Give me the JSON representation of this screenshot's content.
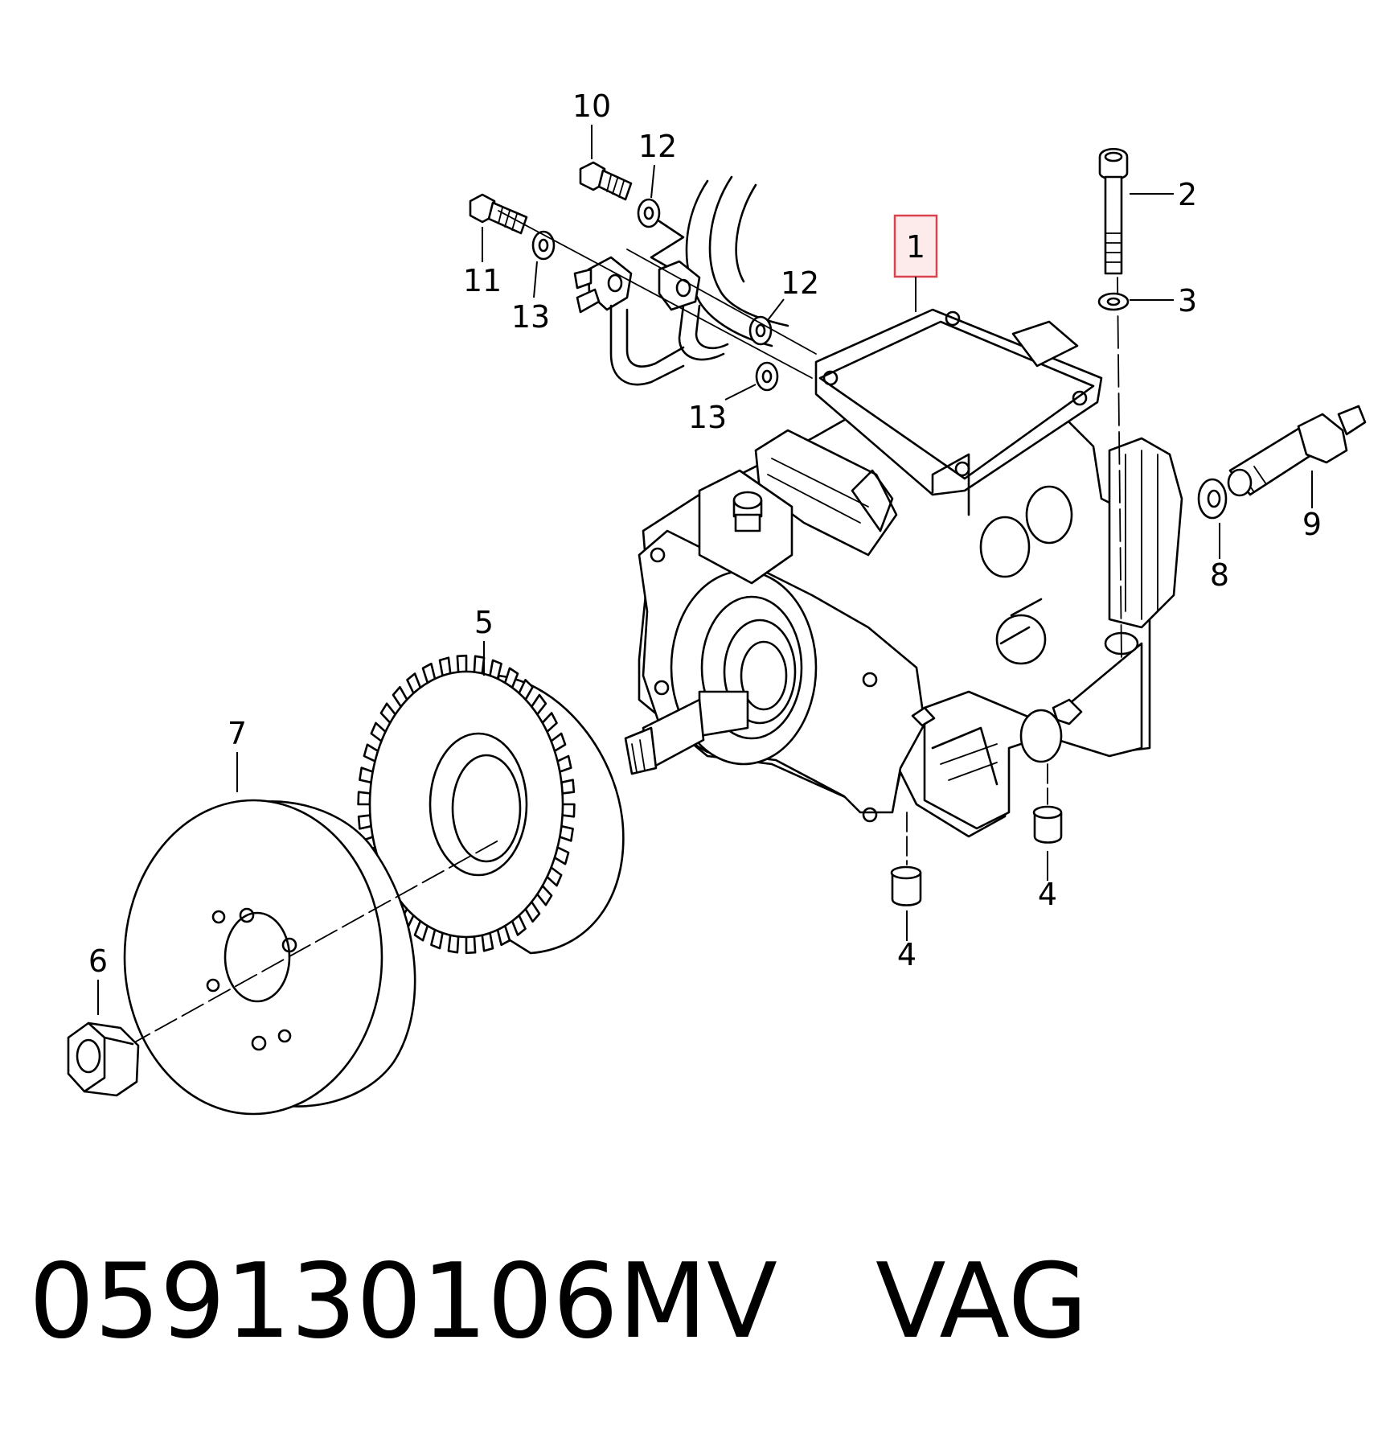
{
  "diagram": {
    "callouts": [
      {
        "id": "c1",
        "label": "1",
        "highlight": "#d9424e"
      },
      {
        "id": "c2",
        "label": "2"
      },
      {
        "id": "c3",
        "label": "3"
      },
      {
        "id": "c4a",
        "label": "4"
      },
      {
        "id": "c4b",
        "label": "4"
      },
      {
        "id": "c5",
        "label": "5"
      },
      {
        "id": "c6",
        "label": "6"
      },
      {
        "id": "c7",
        "label": "7"
      },
      {
        "id": "c8",
        "label": "8"
      },
      {
        "id": "c9",
        "label": "9"
      },
      {
        "id": "c10",
        "label": "10"
      },
      {
        "id": "c11",
        "label": "11"
      },
      {
        "id": "c12a",
        "label": "12"
      },
      {
        "id": "c12b",
        "label": "12"
      },
      {
        "id": "c13a",
        "label": "13"
      },
      {
        "id": "c13b",
        "label": "13"
      }
    ]
  },
  "footer": {
    "part_number": "059130106MV",
    "brand": "VAG"
  }
}
